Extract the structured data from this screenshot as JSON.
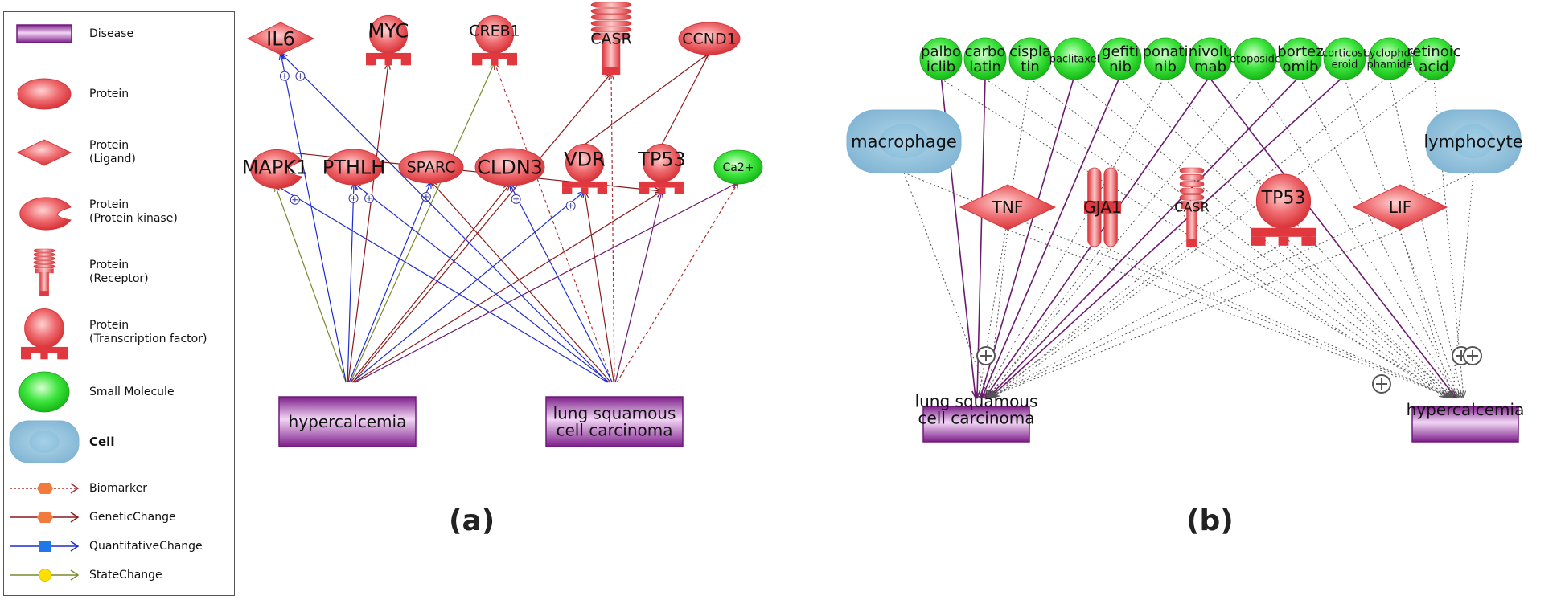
{
  "legend": {
    "items": [
      {
        "key": "disease",
        "label": "Disease"
      },
      {
        "key": "protein",
        "label": "Protein"
      },
      {
        "key": "ligand",
        "label": "Protein\n(Ligand)"
      },
      {
        "key": "kinase",
        "label": "Protein\n(Protein kinase)"
      },
      {
        "key": "receptor",
        "label": "Protein\n(Receptor)"
      },
      {
        "key": "tf",
        "label": "Protein\n(Transcription factor)"
      },
      {
        "key": "small",
        "label": "Small Molecule"
      },
      {
        "key": "cell",
        "label": "Cell",
        "bold": true
      },
      {
        "key": "biomarker",
        "label": "Biomarker"
      },
      {
        "key": "genetic",
        "label": "GeneticChange"
      },
      {
        "key": "quant",
        "label": "QuantitativeChange"
      },
      {
        "key": "state",
        "label": "StateChange"
      }
    ]
  },
  "colors": {
    "protein": "#e8484e",
    "small_molecule": "#1fce1f",
    "cell": "#8ec1dc",
    "disease": "#9b2fa8",
    "biomarker": "#a93232",
    "genetic": "#8b1a1a",
    "quantitative": "#1f2ccf",
    "state": "#7a8a2a",
    "drug_edge": "#6b1a6e",
    "dotted": "#555555",
    "marker_orange": "#f07b3c",
    "marker_blue": "#1f78e8",
    "marker_yellow": "#ffe000"
  },
  "panel_a": {
    "caption": "(a)",
    "nodes": [
      {
        "id": "IL6",
        "label": "IL6",
        "shape": "ligand"
      },
      {
        "id": "MYC",
        "label": "MYC",
        "shape": "tf"
      },
      {
        "id": "CREB1",
        "label": "CREB1",
        "shape": "tf"
      },
      {
        "id": "CASR",
        "label": "CASR",
        "shape": "receptor"
      },
      {
        "id": "CCND1",
        "label": "CCND1",
        "shape": "protein"
      },
      {
        "id": "MAPK1",
        "label": "MAPK1",
        "shape": "kinase"
      },
      {
        "id": "PTHLH",
        "label": "PTHLH",
        "shape": "protein"
      },
      {
        "id": "SPARC",
        "label": "SPARC",
        "shape": "protein"
      },
      {
        "id": "CLDN3",
        "label": "CLDN3",
        "shape": "protein"
      },
      {
        "id": "VDR",
        "label": "VDR",
        "shape": "tf"
      },
      {
        "id": "TP53",
        "label": "TP53",
        "shape": "tf"
      },
      {
        "id": "Ca",
        "label": "Ca2+",
        "shape": "small"
      },
      {
        "id": "hyp",
        "label": "hypercalcemia",
        "shape": "disease"
      },
      {
        "id": "lsc",
        "label": "lung squamous\ncell carcinoma",
        "shape": "disease"
      }
    ],
    "edges": [
      {
        "from": "hyp",
        "to": "MAPK1",
        "type": "state"
      },
      {
        "from": "hyp",
        "to": "IL6",
        "type": "quant"
      },
      {
        "from": "hyp",
        "to": "MYC",
        "type": "genetic"
      },
      {
        "from": "hyp",
        "to": "PTHLH",
        "type": "quant"
      },
      {
        "from": "hyp",
        "to": "CREB1",
        "type": "state"
      },
      {
        "from": "hyp",
        "to": "SPARC",
        "type": "quant"
      },
      {
        "from": "hyp",
        "to": "CLDN3",
        "type": "genetic"
      },
      {
        "from": "hyp",
        "to": "VDR",
        "type": "quant"
      },
      {
        "from": "hyp",
        "to": "CASR",
        "type": "genetic"
      },
      {
        "from": "hyp",
        "to": "TP53",
        "type": "genetic"
      },
      {
        "from": "hyp",
        "to": "Ca",
        "type": "drug"
      },
      {
        "from": "lsc",
        "to": "IL6",
        "type": "quant"
      },
      {
        "from": "lsc",
        "to": "MAPK1",
        "type": "quant"
      },
      {
        "from": "lsc",
        "to": "PTHLH",
        "type": "quant"
      },
      {
        "from": "lsc",
        "to": "SPARC",
        "type": "genetic"
      },
      {
        "from": "lsc",
        "to": "CREB1",
        "type": "biomarker"
      },
      {
        "from": "lsc",
        "to": "CLDN3",
        "type": "quant"
      },
      {
        "from": "lsc",
        "to": "CASR",
        "type": "biomarker"
      },
      {
        "from": "lsc",
        "to": "VDR",
        "type": "genetic"
      },
      {
        "from": "lsc",
        "to": "TP53",
        "type": "drug"
      },
      {
        "from": "lsc",
        "to": "Ca",
        "type": "biomarker"
      },
      {
        "from": "MAPK1",
        "to": "TP53",
        "type": "genetic"
      },
      {
        "from": "VDR",
        "to": "CCND1",
        "type": "genetic"
      },
      {
        "from": "TP53",
        "to": "CCND1",
        "type": "genetic"
      }
    ]
  },
  "panel_b": {
    "caption": "(b)",
    "drugs": [
      {
        "id": "d1",
        "label": "palbo\niclib"
      },
      {
        "id": "d2",
        "label": "carbo\nlatin"
      },
      {
        "id": "d3",
        "label": "cispla\ntin"
      },
      {
        "id": "d4",
        "label": "paclitaxel"
      },
      {
        "id": "d5",
        "label": "gefiti\nnib"
      },
      {
        "id": "d6",
        "label": "ponati\nnib"
      },
      {
        "id": "d7",
        "label": "nivolu\nmab"
      },
      {
        "id": "d8",
        "label": "etoposide"
      },
      {
        "id": "d9",
        "label": "bortez\nomib"
      },
      {
        "id": "d10",
        "label": "corticost\neroid"
      },
      {
        "id": "d11",
        "label": "cyclophos\nphamide"
      },
      {
        "id": "d12",
        "label": "retinoic\nacid"
      }
    ],
    "nodes": [
      {
        "id": "macro",
        "label": "macrophage",
        "shape": "cell"
      },
      {
        "id": "lymph",
        "label": "lymphocyte",
        "shape": "cell"
      },
      {
        "id": "TNF",
        "label": "TNF",
        "shape": "ligand"
      },
      {
        "id": "GJA1",
        "label": "GJA1",
        "shape": "channel"
      },
      {
        "id": "CASR",
        "label": "CASR",
        "shape": "receptor"
      },
      {
        "id": "TP53",
        "label": "TP53",
        "shape": "tf"
      },
      {
        "id": "LIF",
        "label": "LIF",
        "shape": "ligand"
      },
      {
        "id": "lsc",
        "label": "lung squamous\ncell carcinoma",
        "shape": "disease"
      },
      {
        "id": "hyp",
        "label": "hypercalcemia",
        "shape": "disease"
      }
    ]
  }
}
